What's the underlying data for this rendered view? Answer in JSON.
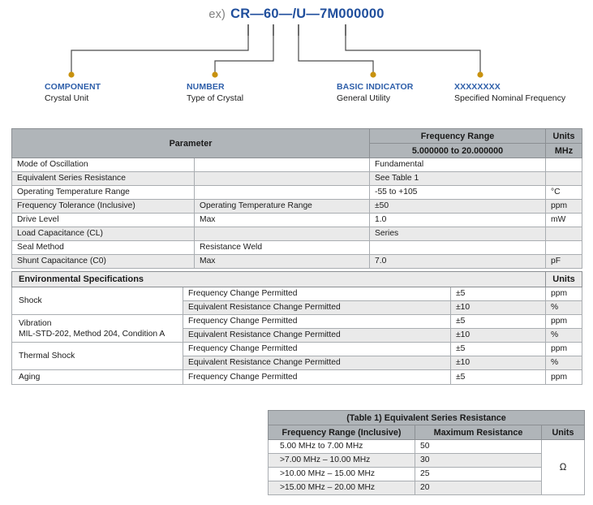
{
  "part_number": {
    "prefix_label": "ex)",
    "text": "CR—60—/U—7M000000",
    "callouts": [
      {
        "title": "COMPONENT",
        "sub": "Crystal Unit"
      },
      {
        "title": "NUMBER",
        "sub": "Type of Crystal"
      },
      {
        "title": "BASIC INDICATOR",
        "sub": "General Utility"
      },
      {
        "title": "XXXXXXXX",
        "sub": "Specified Nominal Frequency"
      }
    ]
  },
  "param_table": {
    "header": {
      "parameter": "Parameter",
      "frequency_range": "Frequency Range",
      "frequency_range_value": "5.000000 to 20.000000",
      "units": "Units",
      "units_value": "MHz"
    },
    "rows": [
      {
        "name": "Mode of Oscillation",
        "cond": "",
        "value": "Fundamental",
        "units": ""
      },
      {
        "name": "Equivalent Series Resistance",
        "cond": "",
        "value": "See Table 1",
        "units": ""
      },
      {
        "name": "Operating Temperature Range",
        "cond": "",
        "value": "-55 to +105",
        "units": "°C"
      },
      {
        "name": "Frequency Tolerance (Inclusive)",
        "cond": "Operating Temperature Range",
        "value": "±50",
        "units": "ppm"
      },
      {
        "name": "Drive Level",
        "cond": "Max",
        "value": "1.0",
        "units": "mW"
      },
      {
        "name": "Load Capacitance (CL)",
        "cond": "",
        "value": "Series",
        "units": ""
      },
      {
        "name": "Seal Method",
        "cond": "Resistance Weld",
        "value": "",
        "units": ""
      },
      {
        "name": "Shunt Capacitance (C0)",
        "cond": "Max",
        "value": "7.0",
        "units": "pF"
      }
    ]
  },
  "env_table": {
    "title": "Environmental Specifications",
    "units_header": "Units",
    "groups": [
      {
        "name": "Shock",
        "rows": [
          {
            "test": "Frequency Change Permitted",
            "value": "±5",
            "units": "ppm"
          },
          {
            "test": "Equivalent Resistance Change Permitted",
            "value": "±10",
            "units": "%"
          }
        ]
      },
      {
        "name": "Vibration\nMIL-STD-202, Method 204, Condition A",
        "name_line1": "Vibration",
        "name_line2": "MIL-STD-202, Method 204, Condition A",
        "rows": [
          {
            "test": "Frequency Change Permitted",
            "value": "±5",
            "units": "ppm"
          },
          {
            "test": "Equivalent Resistance Change Permitted",
            "value": "±10",
            "units": "%"
          }
        ]
      },
      {
        "name": "Thermal Shock",
        "rows": [
          {
            "test": "Frequency Change Permitted",
            "value": "±5",
            "units": "ppm"
          },
          {
            "test": "Equivalent Resistance Change Permitted",
            "value": "±10",
            "units": "%"
          }
        ]
      },
      {
        "name": "Aging",
        "rows": [
          {
            "test": "Frequency Change Permitted",
            "value": "±5",
            "units": "ppm"
          }
        ]
      }
    ]
  },
  "table1": {
    "title": "(Table 1) Equivalent Series Resistance",
    "columns": [
      "Frequency Range (Inclusive)",
      "Maximum Resistance",
      "Units"
    ],
    "units_symbol": "Ω",
    "rows": [
      {
        "range": "5.00 MHz to 7.00 MHz",
        "resistance": "50"
      },
      {
        "range": ">7.00 MHz – 10.00 MHz",
        "resistance": "30"
      },
      {
        "range": ">10.00 MHz – 15.00 MHz",
        "resistance": "25"
      },
      {
        "range": ">15.00 MHz – 20.00 MHz",
        "resistance": "20"
      }
    ]
  },
  "colors": {
    "accent_blue": "#2e5faa",
    "partnum_blue": "#1f4e9c",
    "dot_gold": "#c8920f",
    "header_gray": "#b0b5b9",
    "row_shade": "#eaeaea"
  }
}
